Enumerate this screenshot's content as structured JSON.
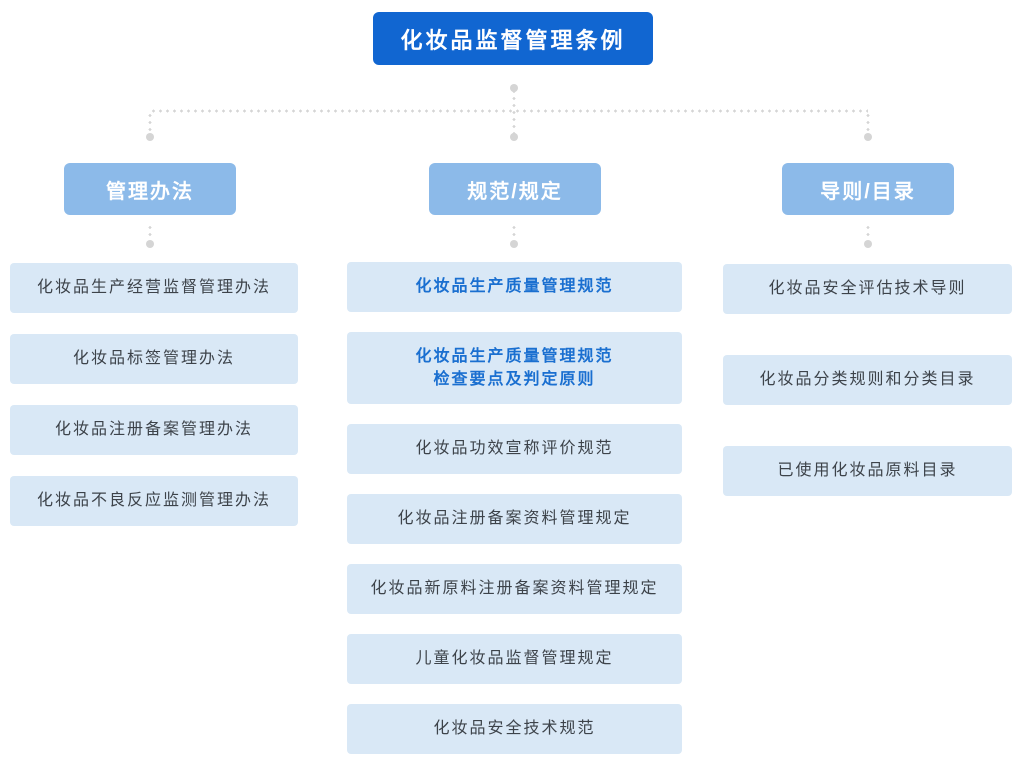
{
  "diagram": {
    "root": {
      "title": "化妆品监督管理条例"
    },
    "columns": [
      {
        "header": "管理办法",
        "items": [
          {
            "label": "化妆品生产经营监督管理办法"
          },
          {
            "label": "化妆品标签管理办法"
          },
          {
            "label": "化妆品注册备案管理办法"
          },
          {
            "label": "化妆品不良反应监测管理办法"
          }
        ]
      },
      {
        "header": "规范/规定",
        "items": [
          {
            "label": "化妆品生产质量管理规范",
            "emphasis": true
          },
          {
            "label": "化妆品生产质量管理规范\n检查要点及判定原则",
            "emphasis": true,
            "tall": true
          },
          {
            "label": "化妆品功效宣称评价规范"
          },
          {
            "label": "化妆品注册备案资料管理规定"
          },
          {
            "label": "化妆品新原料注册备案资料管理规定"
          },
          {
            "label": "儿童化妆品监督管理规定"
          },
          {
            "label": "化妆品安全技术规范"
          }
        ]
      },
      {
        "header": "导则/目录",
        "items": [
          {
            "label": "化妆品安全评估技术导则"
          },
          {
            "label": "化妆品分类规则和分类目录"
          },
          {
            "label": "已使用化妆品原料目录"
          }
        ]
      }
    ],
    "colors": {
      "root_bg": "#1166d1",
      "root_text": "#ffffff",
      "branch_bg": "#8cbae9",
      "branch_text": "#ffffff",
      "item_bg": "#d9e8f6",
      "item_text": "#3d434a",
      "emphasis_text": "#1a6fd0",
      "connector_dot": "#d5d5d5"
    }
  }
}
